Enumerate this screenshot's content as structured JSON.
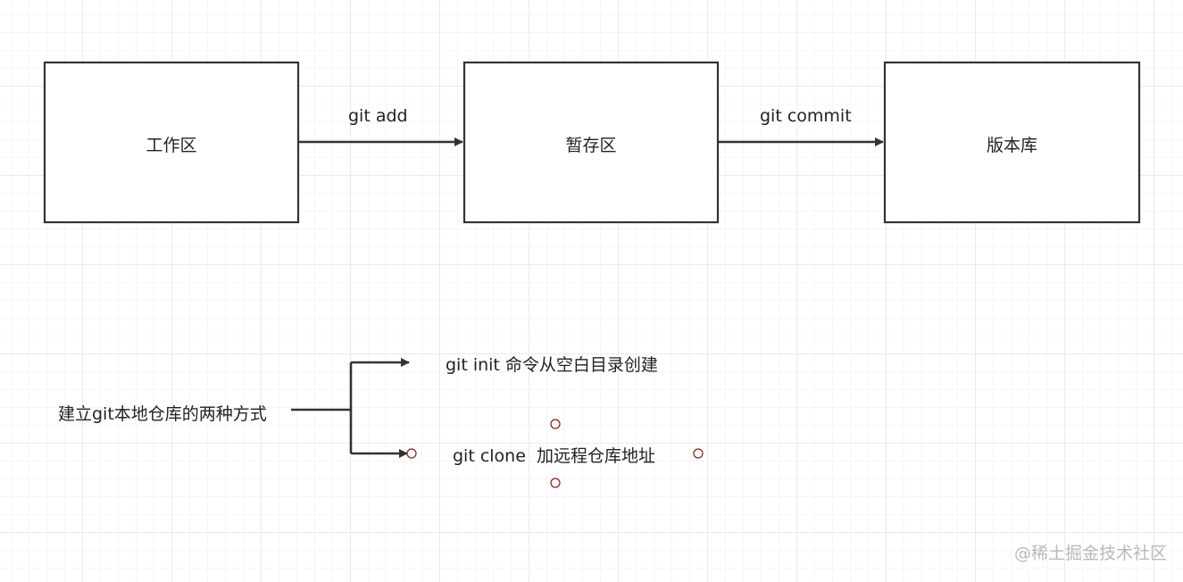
{
  "boxes": {
    "workspace": "工作区",
    "staging": "暂存区",
    "repository": "版本库"
  },
  "arrows": {
    "add": "git add",
    "commit": "git commit"
  },
  "branch": {
    "root": "建立git本地仓库的两种方式",
    "option1": "git init 命令从空白目录创建",
    "option2": "git clone  加远程仓库地址"
  },
  "watermark": "@稀土掘金技术社区",
  "colors": {
    "stroke": "#333333",
    "handle": "#8b1a1a",
    "watermark": "#b9b9b9"
  }
}
